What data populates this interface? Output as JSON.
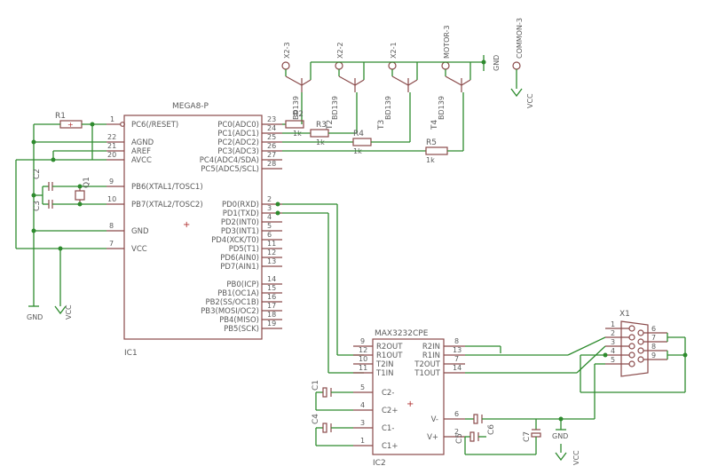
{
  "ic1": {
    "name": "MEGA8-P",
    "ref": "IC1",
    "left_pins": [
      {
        "num": "1",
        "label": "PC6(/RESET)"
      },
      {
        "num": "22",
        "label": "AGND"
      },
      {
        "num": "21",
        "label": "AREF"
      },
      {
        "num": "20",
        "label": "AVCC"
      },
      {
        "num": "9",
        "label": "PB6(XTAL1/TOSC1)"
      },
      {
        "num": "10",
        "label": "PB7(XTAL2/TOSC2)"
      },
      {
        "num": "8",
        "label": "GND"
      },
      {
        "num": "7",
        "label": "VCC"
      }
    ],
    "right_pins": [
      {
        "num": "23",
        "label": "PC0(ADC0)"
      },
      {
        "num": "24",
        "label": "PC1(ADC1)"
      },
      {
        "num": "25",
        "label": "PC2(ADC2)"
      },
      {
        "num": "26",
        "label": "PC3(ADC3)"
      },
      {
        "num": "27",
        "label": "PC4(ADC4/SDA)"
      },
      {
        "num": "28",
        "label": "PC5(ADC5/SCL)"
      },
      {
        "num": "2",
        "label": "PD0(RXD)"
      },
      {
        "num": "3",
        "label": "PD1(TXD)"
      },
      {
        "num": "4",
        "label": "PD2(INT0)"
      },
      {
        "num": "5",
        "label": "PD3(INT1)"
      },
      {
        "num": "6",
        "label": "PD4(XCK/T0)"
      },
      {
        "num": "11",
        "label": "PD5(T1)"
      },
      {
        "num": "12",
        "label": "PD6(AIN0)"
      },
      {
        "num": "13",
        "label": "PD7(AIN1)"
      },
      {
        "num": "14",
        "label": "PB0(ICP)"
      },
      {
        "num": "15",
        "label": "PB1(OC1A)"
      },
      {
        "num": "16",
        "label": "PB2(SS/OC1B)"
      },
      {
        "num": "17",
        "label": "PB3(MOSI/OC2)"
      },
      {
        "num": "18",
        "label": "PB4(MISO)"
      },
      {
        "num": "19",
        "label": "PB5(SCK)"
      }
    ]
  },
  "ic2": {
    "name": "MAX3232CPE",
    "ref": "IC2",
    "left_pins": [
      {
        "num": "9",
        "label": "R2OUT"
      },
      {
        "num": "12",
        "label": "R1OUT"
      },
      {
        "num": "10",
        "label": "T2IN"
      },
      {
        "num": "11",
        "label": "T1IN"
      },
      {
        "num": "5",
        "label": "C2-"
      },
      {
        "num": "4",
        "label": "C2+"
      },
      {
        "num": "3",
        "label": "C1-"
      },
      {
        "num": "1",
        "label": "C1+"
      }
    ],
    "right_pins": [
      {
        "num": "8",
        "label": "R2IN"
      },
      {
        "num": "13",
        "label": "R1IN"
      },
      {
        "num": "7",
        "label": "T2OUT"
      },
      {
        "num": "14",
        "label": "T1OUT"
      },
      {
        "num": "6",
        "label": "V-"
      },
      {
        "num": "2",
        "label": "V+"
      }
    ]
  },
  "connector": {
    "ref": "X1",
    "pins": [
      "1",
      "2",
      "3",
      "4",
      "5",
      "6",
      "7",
      "8",
      "9"
    ]
  },
  "transistors": [
    {
      "ref": "T1",
      "type": "BD139"
    },
    {
      "ref": "T2",
      "type": "BD139"
    },
    {
      "ref": "T3",
      "type": "BD139"
    },
    {
      "ref": "T4",
      "type": "BD139"
    }
  ],
  "resistors": [
    {
      "ref": "R1",
      "value": ""
    },
    {
      "ref": "R2",
      "value": "1k"
    },
    {
      "ref": "R3",
      "value": "1k"
    },
    {
      "ref": "R4",
      "value": "1k"
    },
    {
      "ref": "R5",
      "value": "1k"
    }
  ],
  "capacitors": [
    "C1",
    "C2",
    "C3",
    "C4",
    "C5",
    "C6",
    "C7"
  ],
  "crystal": "Q1",
  "terminals": [
    "X2-3",
    "X2-2",
    "X2-1",
    "MOTOR-3",
    "COMMON-3"
  ],
  "supplies": {
    "gnd": "GND",
    "vcc": "VCC"
  }
}
